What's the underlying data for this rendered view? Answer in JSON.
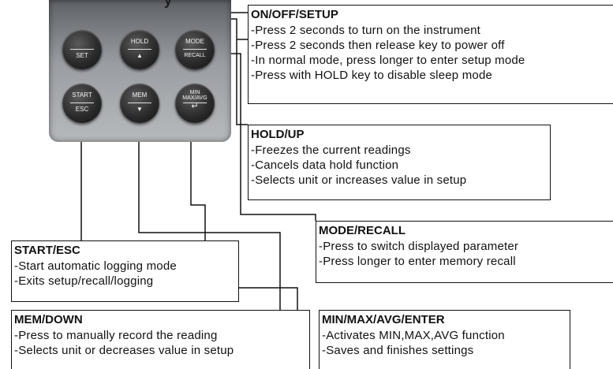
{
  "keypad": {
    "title_fragment": "y",
    "keys": [
      {
        "top": "",
        "bottom": "SET"
      },
      {
        "top": "HOLD",
        "bottom": "▲"
      },
      {
        "top": "MODE",
        "bottom": "RECALL"
      },
      {
        "top": "START",
        "bottom": "ESC"
      },
      {
        "top": "MEM",
        "bottom": "▼"
      },
      {
        "top": "MIN\nMAX/AVG",
        "bottom": "↵"
      }
    ]
  },
  "callouts": {
    "on_off_setup": {
      "title": "ON/OFF/SETUP",
      "lines": [
        "-Press 2 seconds to turn on the instrument",
        "-Press 2 seconds then release key to power off",
        "-In normal mode, press longer to enter setup mode",
        "-Press with HOLD key to disable sleep mode"
      ]
    },
    "hold_up": {
      "title": "HOLD/UP",
      "lines": [
        "-Freezes the current readings",
        "-Cancels data hold function",
        "-Selects unit or increases value in setup"
      ]
    },
    "mode_recall": {
      "title": "MODE/RECALL",
      "lines": [
        "-Press to switch displayed parameter",
        "-Press longer to enter memory recall"
      ]
    },
    "start_esc": {
      "title": "START/ESC",
      "lines": [
        "-Start automatic logging mode",
        "-Exits setup/recall/logging"
      ]
    },
    "mem_down": {
      "title": "MEM/DOWN",
      "lines": [
        "-Press to manually record the reading",
        "-Selects unit or decreases value in setup"
      ]
    },
    "min_max_avg_enter": {
      "title": "MIN/MAX/AVG/ENTER",
      "lines": [
        "-Activates MIN,MAX,AVG function",
        "-Saves and finishes settings"
      ]
    }
  }
}
